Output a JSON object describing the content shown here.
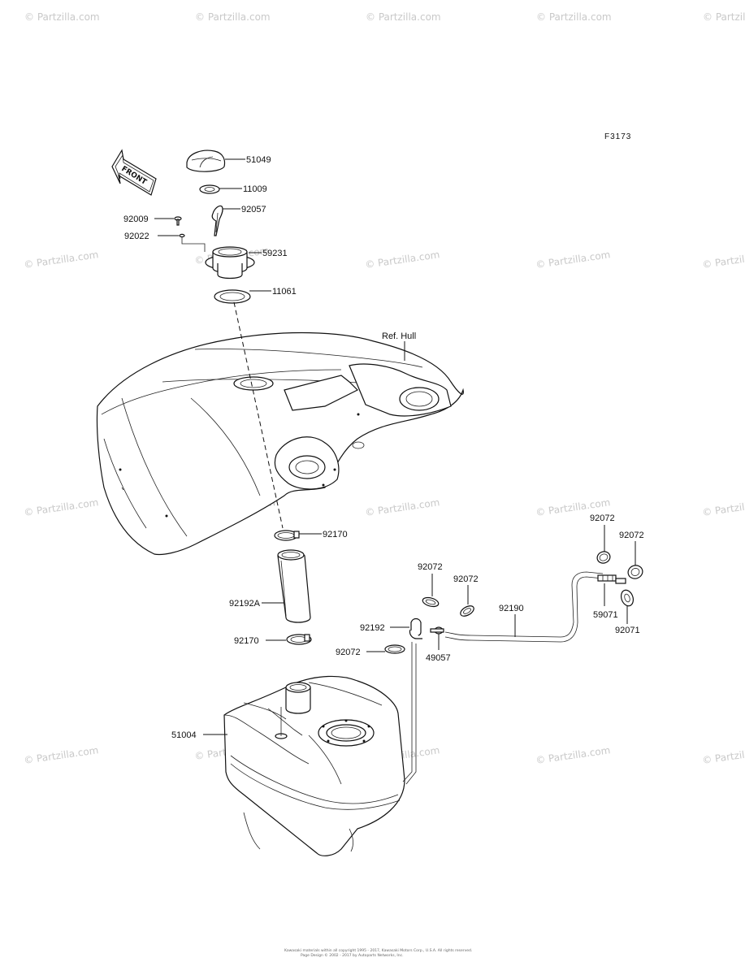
{
  "diagram": {
    "code": "F3173",
    "front_label": "FRONT",
    "ref_label": "Ref. Hull",
    "watermark": "© Partzilla.com",
    "copyright_line1": "Kawasaki materials within all copyright 1995 - 2017, Kawasaki Motors Corp., U.S.A. All rights reserved.",
    "copyright_line2": "Page Design © 2002 - 2017 by Autoparts Networks, Inc."
  },
  "parts": [
    {
      "id": "51049"
    },
    {
      "id": "11009"
    },
    {
      "id": "92057"
    },
    {
      "id": "92009"
    },
    {
      "id": "92022"
    },
    {
      "id": "59231"
    },
    {
      "id": "11061"
    },
    {
      "id": "92170"
    },
    {
      "id": "92192A"
    },
    {
      "id": "92170"
    },
    {
      "id": "51004"
    },
    {
      "id": "92072"
    },
    {
      "id": "92072"
    },
    {
      "id": "92192"
    },
    {
      "id": "92072"
    },
    {
      "id": "49057"
    },
    {
      "id": "92190"
    },
    {
      "id": "92072"
    },
    {
      "id": "92072"
    },
    {
      "id": "59071"
    },
    {
      "id": "92071"
    }
  ]
}
